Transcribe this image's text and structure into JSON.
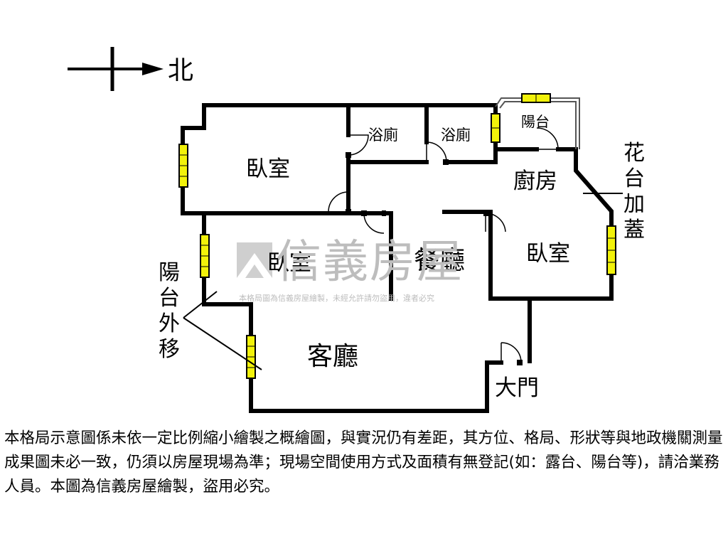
{
  "compass": {
    "north_label": "北"
  },
  "rooms": {
    "bedroom_top_left": "臥室",
    "bath_1": "浴廁",
    "bath_2": "浴廁",
    "balcony": "陽台",
    "kitchen": "廚房",
    "bedroom_middle": "臥室",
    "dining": "餐廳",
    "bedroom_right": "臥室",
    "living": "客廳",
    "main_door": "大門"
  },
  "annotations": {
    "planter_extension": "花台加蓋",
    "balcony_moved_out": "陽台外移"
  },
  "watermark": {
    "brand": "信義房屋",
    "small_text": "本格局圖為信義房屋繪製，未經允許請勿盜用，違者必究"
  },
  "disclaimer": "本格局示意圖係未依一定比例縮小繪製之概繪圖，與實況仍有差距，其方位、格局、形狀等與地政機關測量成果圖未必一致，仍須以房屋現場為準；現場空間使用方式及面積有無登記(如：露台、陽台等)，請洽業務人員。本圖為信義房屋繪製，盜用必究。",
  "colors": {
    "wall": "#000000",
    "window_fill": "#f2f20a",
    "watermark": "#bdbdbd"
  }
}
